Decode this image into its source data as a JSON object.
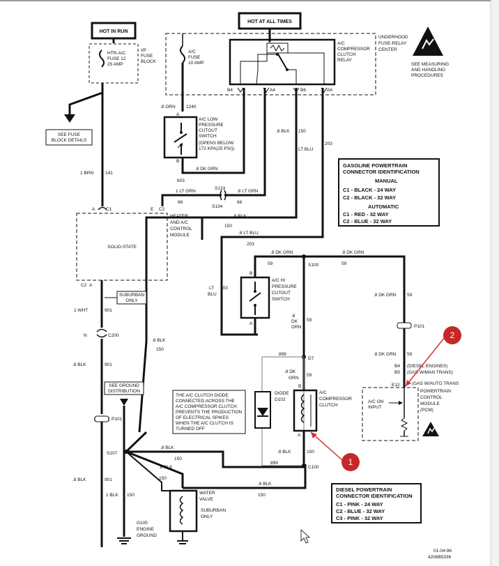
{
  "boxes": {
    "hot_in_run": "HOT IN RUN",
    "hot_at_all_times": "HOT AT ALL TIMES",
    "see_fuse": [
      "SEE FUSE",
      "BLOCK DETAILS"
    ],
    "see_ground": [
      "SEE GROUND",
      "DISTRIBUTION"
    ],
    "suburban_only": [
      "SUBURBAN",
      "ONLY"
    ],
    "solid_state": "SOLID-STATE",
    "diode_note": [
      "THE A/C CLUTCH DIODE",
      "CONNECTED ACROSS THE",
      "A/C COMPRESSOR CLUTCH",
      "PREVENTS THE PRODUCTION",
      "OF ELECTRICAL SPIKES",
      "WHEN THE A/C CLUTCH IS",
      "TURNED OFF"
    ]
  },
  "components": {
    "htr_fuse": [
      "HTR-A/C",
      "FUSE 12",
      "25 AMP"
    ],
    "ip_fuse_block": [
      "I/P",
      "FUSE",
      "BLOCK"
    ],
    "ac_fuse": [
      "A/C",
      "FUSE",
      "10 AMP"
    ],
    "underhood": [
      "UNDERHOOD",
      "FUSE-RELAY",
      "CENTER"
    ],
    "relay": [
      "A/C",
      "COMPRESSOR",
      "CLUTCH",
      "RELAY"
    ],
    "esd": [
      "SEE MEASURING",
      "AND HANDLING",
      "PROCEDURES"
    ],
    "low_switch": [
      "A/C LOW",
      "PRESSURE",
      "CUTOUT",
      "SWITCH",
      "(OPENS BELOW",
      "172 KPA(25 PSI))"
    ],
    "heater_module": [
      "HEATER",
      "AND A/C",
      "CONTROL",
      "MODULE"
    ],
    "hi_switch": [
      "A/C HI",
      "PRESSURE",
      "CUTOUT",
      "SWITCH"
    ],
    "diode": [
      "DIODE",
      "D102"
    ],
    "compressor_clutch": [
      "A/C",
      "COMPRESSOR",
      "CLUTCH"
    ],
    "pcm": [
      "POWERTRAIN",
      "CONTROL",
      "MODULE",
      "(PCM)"
    ],
    "ac_on_input": [
      "A/C ON",
      "INPUT"
    ],
    "water_valve": [
      "WATER",
      "VALVE"
    ],
    "water_valve_note": [
      "SUBURBAN",
      "ONLY"
    ],
    "ground": [
      "G105",
      "ENGINE",
      "GROUND"
    ]
  },
  "pins": [
    "B4",
    "A4",
    "B6",
    "A6",
    "A",
    "B",
    "C1",
    "C2",
    "E",
    "C200",
    "N",
    "P101",
    "S107",
    "S100",
    "S133",
    "S134",
    "D7",
    "C100",
    "E12",
    "B5",
    "B4"
  ],
  "wires": {
    "orn": ".8 ORN",
    "orn_num": "1240",
    "dkgrn_low": ".8 DK GRN",
    "dkgrn_low_num": "603",
    "brn": "1 BRN",
    "brn_num": "141",
    "ltgrn_a": "1 LT GRN",
    "ltgrn_a_num": "66",
    "ltgrn_b": ".8 LT GRN",
    "ltgrn_b_num": "66",
    "blk_150": ".8 BLK",
    "blk_150_num": "150",
    "ltblu_203": ".8 LT BLU",
    "ltblu_203_num": "203",
    "blk_rel": ".8 BLK",
    "blk_rel_num": "150",
    "ltblu_rel": "LT BLU",
    "ltblu_rel_num": "203",
    "dkgrn_59": ".8 DK GRN",
    "dkgrn_59_num": "59",
    "dkgrn_59b": ".8 DK GRN",
    "dkgrn_59b_num": "59",
    "hi_lt_blu": [
      "203",
      "LT",
      "BLU"
    ],
    "hi_dkgrn": [
      ".8",
      "DK",
      "GRN"
    ],
    "wht": "1 WHT",
    "wht_num": "901",
    "blk_901": ".8 BLK",
    "blk_901_num": "901",
    "blk_901b": ".8 BLK",
    "blk_901b_num": "901",
    "blk_mid": ".8 BLK",
    "blk_mid_num": "150",
    "blk_ground": "1 BLK",
    "blk_ground_num": "150",
    "blk_s107a": ".8 BLK",
    "blk_s107a_num": "150",
    "blk_s107b": ".8 BLK",
    "blk_s107b_num": "150",
    "blk_s134": ".8 BLK",
    "blk_s134_num": "150",
    "dkgrn_right": ".8 DK GRN",
    "dkgrn_right_num": "59",
    "dkgrn_pcm": ".8 DK GRN",
    "dkgrn_pcm_num": "59",
    "clutch_dkgrn": [
      ".8 DK",
      "GRN",
      "59"
    ],
    "num_899a": "899",
    "num_899b": "899",
    "blk_150c": ".8 BLK",
    "blk_150c_num": "150"
  },
  "pcm_pins": [
    "(DIESEL ENGINES)",
    "(GAS W/MAN TRANS)",
    "(GAS W/AUTO TRANS"
  ],
  "gas_table": {
    "title": [
      "GASOLINE POWERTRAIN",
      "CONNECTOR IDENTIFICATION"
    ],
    "manual": "MANUAL",
    "manual_rows": [
      "C1 - BLACK - 24 WAY",
      "C2 - BLACK - 32 WAY"
    ],
    "automatic": "AUTOMATIC",
    "auto_rows": [
      "C1 - RED - 32 WAY",
      "C2 - BLUE - 32 WAY"
    ]
  },
  "diesel_table": {
    "title": [
      "DIESEL POWERTRAIN",
      "CONNECTOR IDENTIFICATION"
    ],
    "rows": [
      "C1 - PINK - 24 WAY",
      "C2 - BLUE - 32 WAY",
      "C3 - PINK - 32 WAY"
    ]
  },
  "footer": [
    "01-04-96",
    "4206B5336"
  ],
  "markers": [
    "1",
    "2"
  ],
  "colors": {
    "wire": "#111111",
    "marker": "#c62828",
    "arrow": "#d32f2f"
  }
}
